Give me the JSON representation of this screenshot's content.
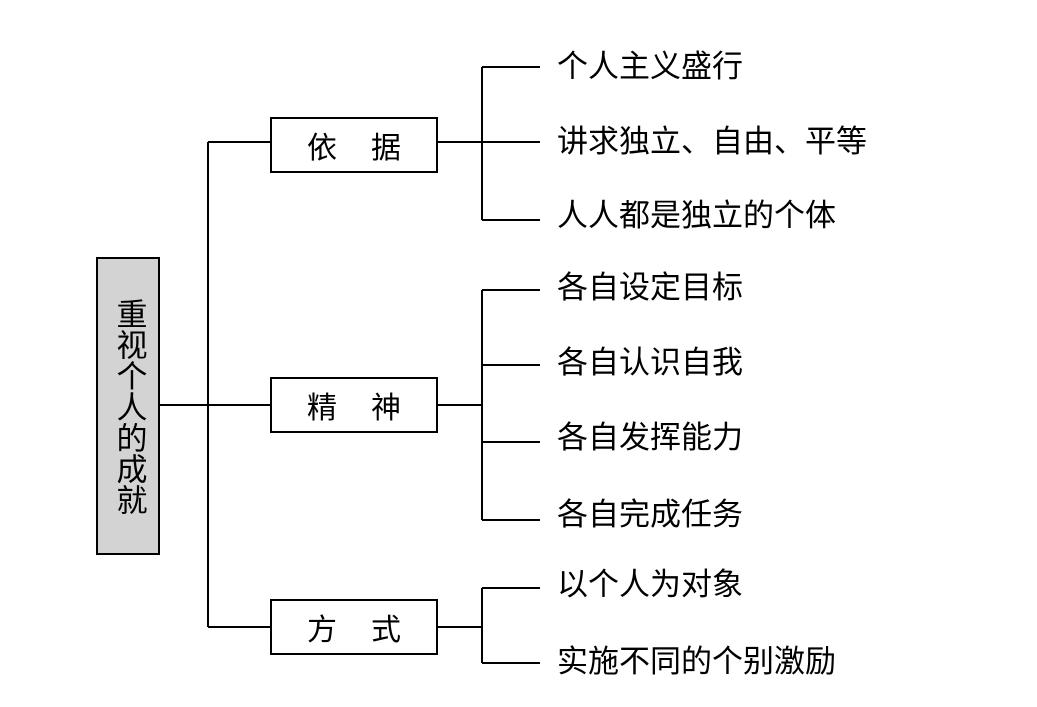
{
  "root": {
    "label": "重视个人的成就"
  },
  "branches": [
    {
      "label_a": "依",
      "label_b": "据",
      "leaves": [
        "个人主义盛行",
        "讲求独立、自由、平等",
        "人人都是独立的个体"
      ]
    },
    {
      "label_a": "精",
      "label_b": "神",
      "leaves": [
        "各自设定目标",
        "各自认识自我",
        "各自发挥能力",
        "各自完成任务"
      ]
    },
    {
      "label_a": "方",
      "label_b": "式",
      "leaves": [
        "以个人为对象",
        "实施不同的个别激励"
      ]
    }
  ],
  "colors": {
    "root_fill": "#d3d3d3",
    "line": "#000000"
  }
}
